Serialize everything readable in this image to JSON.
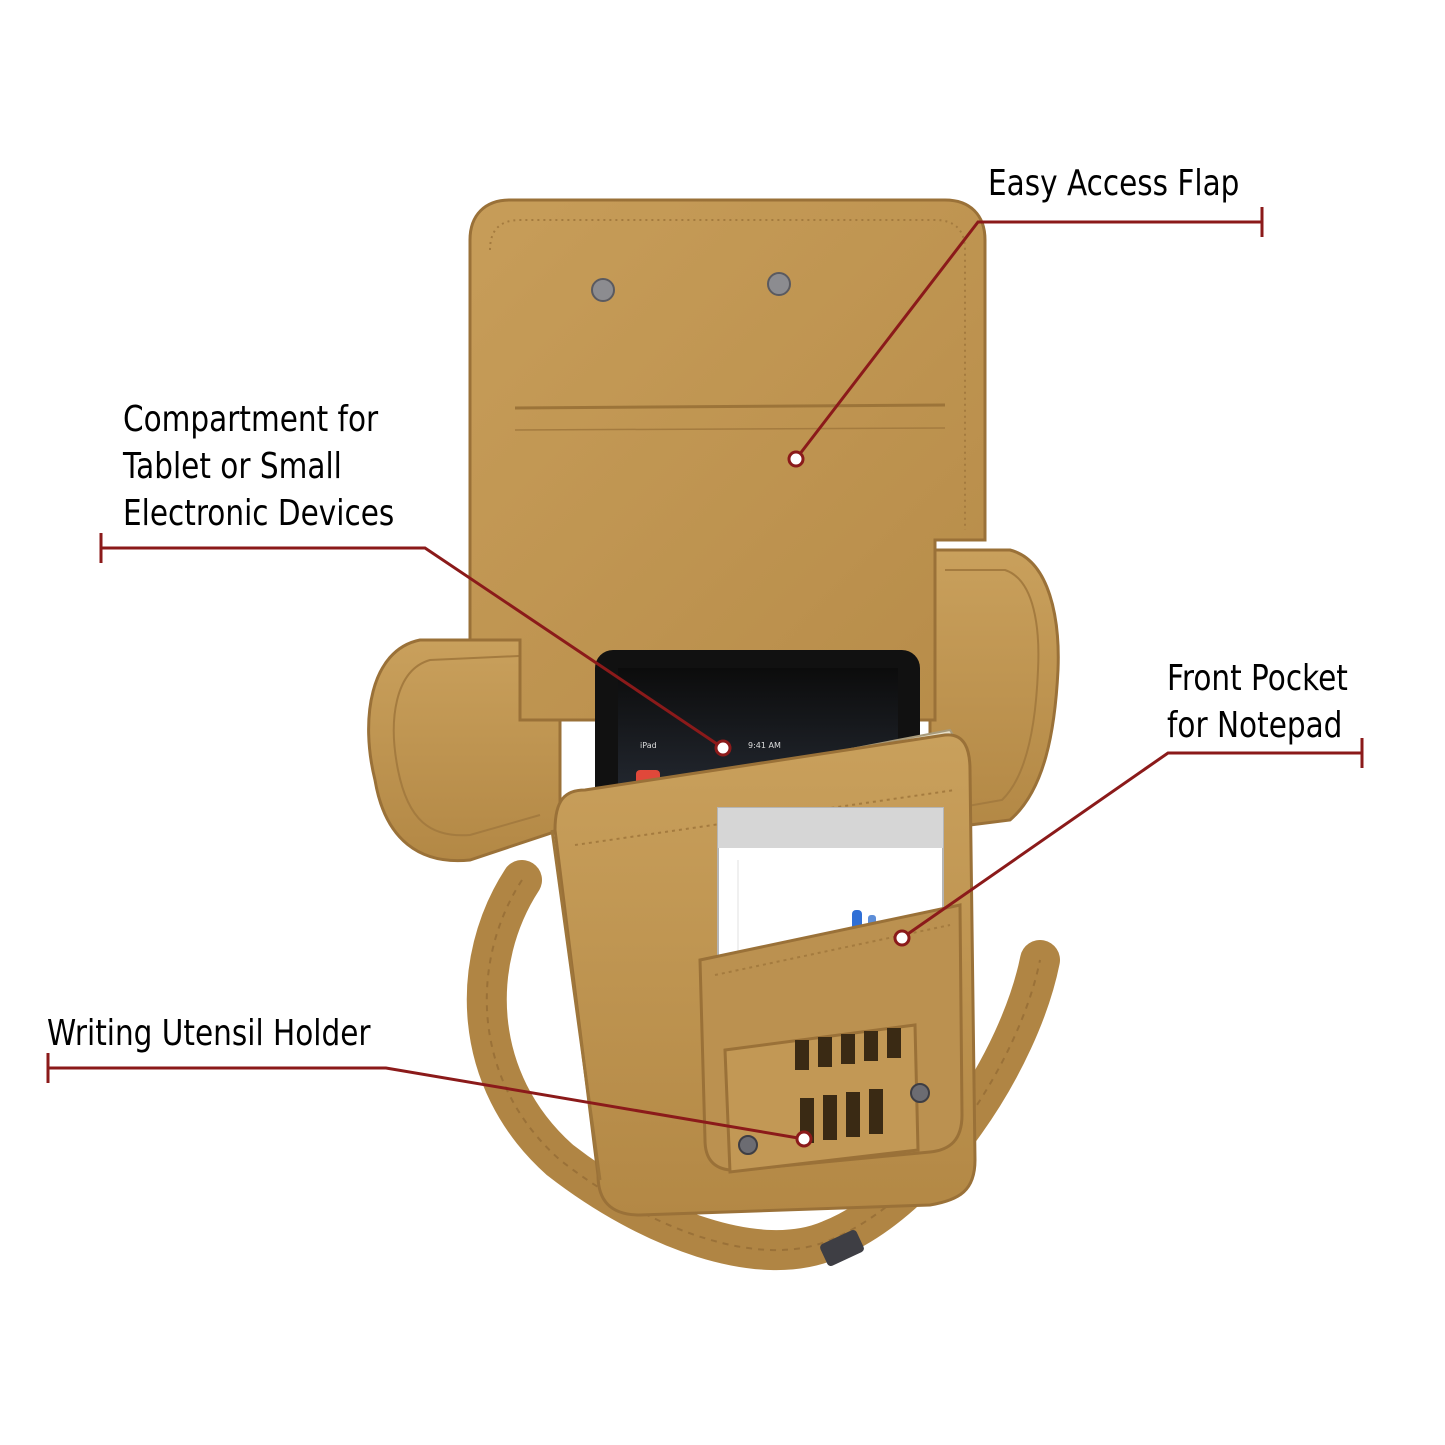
{
  "callouts": {
    "flap": {
      "lines": [
        "Easy Access Flap"
      ]
    },
    "tablet": {
      "lines": [
        "Compartment for",
        "Tablet or Small",
        "Electronic Devices"
      ]
    },
    "pocket": {
      "lines": [
        "Front Pocket",
        "for Notepad"
      ]
    },
    "pen": {
      "lines": [
        "Writing Utensil Holder"
      ]
    }
  },
  "tablet_screen": {
    "carrier": "iPad",
    "time": "9:41 AM"
  },
  "colors": {
    "leader": "#8b1a1a",
    "canvas": "#c49a55",
    "canvas_dark": "#a57a3c",
    "label": "#000000"
  }
}
